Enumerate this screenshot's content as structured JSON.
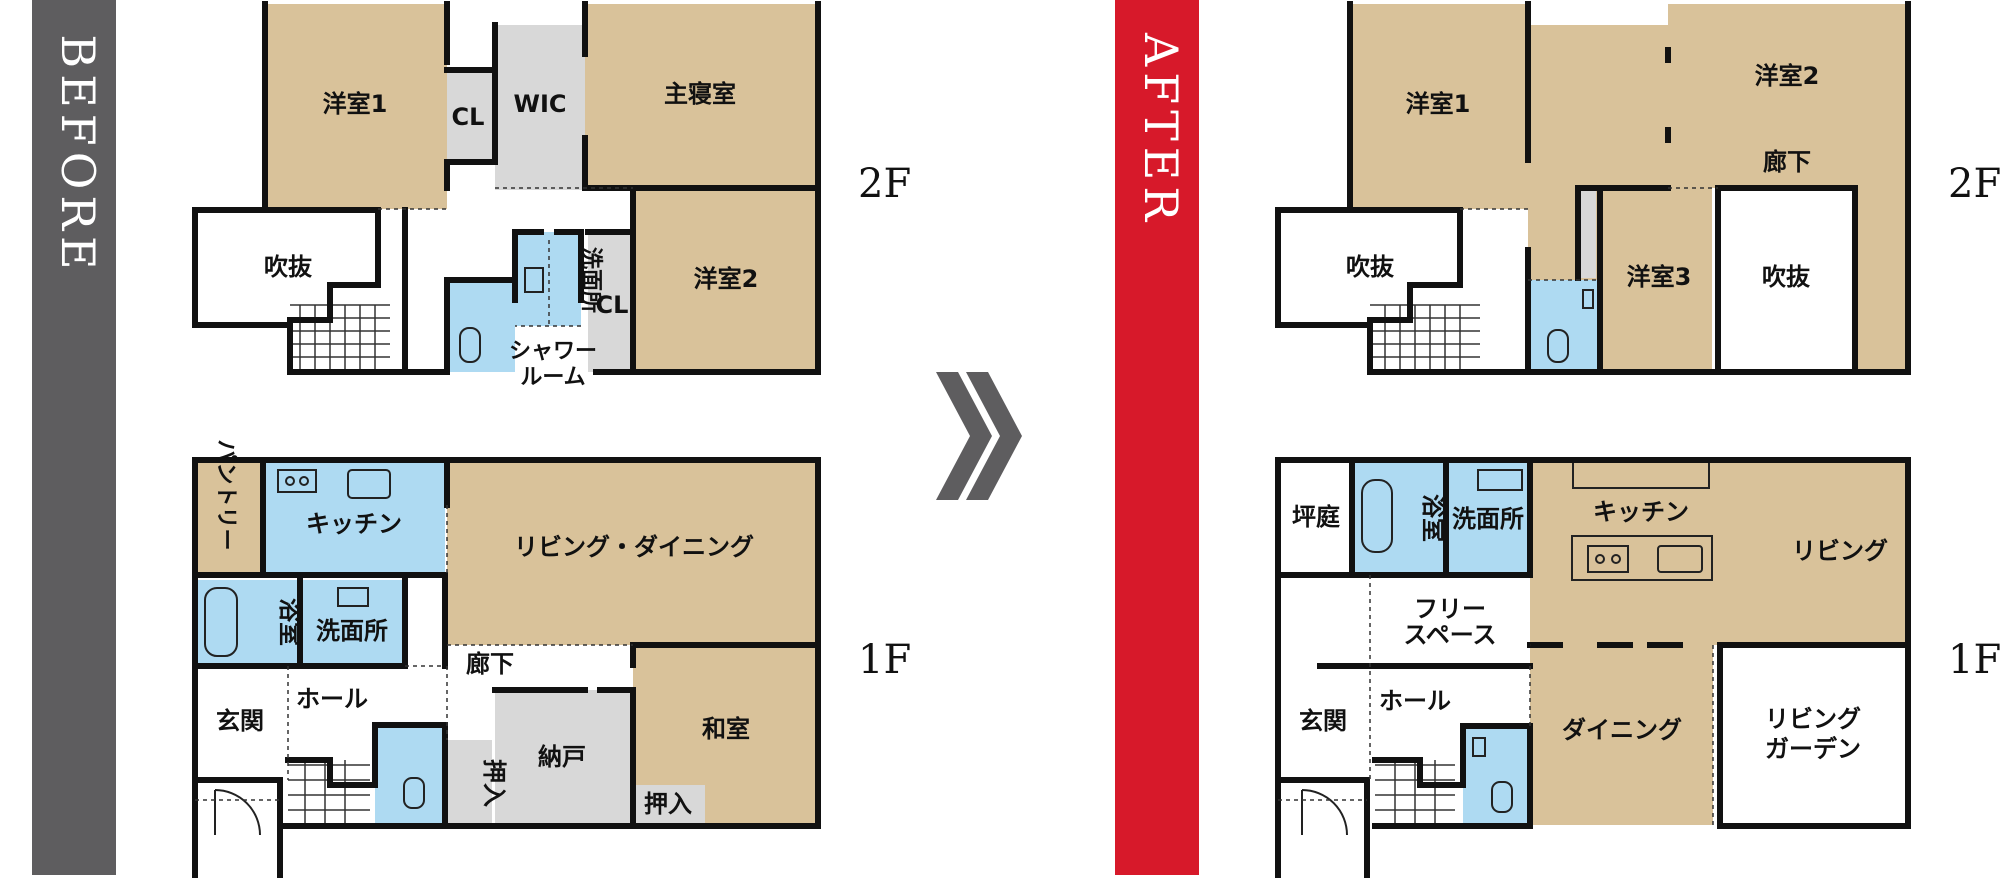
{
  "colors": {
    "before_banner": "#5e5d5f",
    "after_banner": "#d7192a",
    "wood": "#d9c29a",
    "water": "#aedaf2",
    "storage": "#d8d8d8"
  },
  "before": {
    "banner": "BEFORE",
    "f2": {
      "label": "2F",
      "rooms": {
        "youshitsu1": "洋室1",
        "cl1": "CL",
        "wic": "WIC",
        "shushinshitsu": "主寝室",
        "fukinuke": "吹抜",
        "senmenjo": "洗面所",
        "cl2": "CL",
        "youshitsu2": "洋室2",
        "shower1": "シャワー",
        "shower2": "ルーム"
      }
    },
    "f1": {
      "label": "1F",
      "rooms": {
        "pantry": "パントリー",
        "kitchen": "キッチン",
        "living_dining": "リビング・ダイニング",
        "yokushitsu": "浴室",
        "senmenjo": "洗面所",
        "rouka": "廊下",
        "genkan": "玄関",
        "hall": "ホール",
        "nando": "納戸",
        "oshiire1": "押入",
        "oshiire2": "押入",
        "washitsu": "和室"
      }
    }
  },
  "arrow_icon": "double-chevron-right-icon",
  "after": {
    "banner": "AFTER",
    "f2": {
      "label": "2F",
      "rooms": {
        "youshitsu1": "洋室1",
        "youshitsu2": "洋室2",
        "rouka": "廊下",
        "fukinuke1": "吹抜",
        "youshitsu3": "洋室3",
        "fukinuke2": "吹抜"
      }
    },
    "f1": {
      "label": "1F",
      "rooms": {
        "tsuboniwa": "坪庭",
        "yokushitsu": "浴室",
        "senmenjo": "洗面所",
        "kitchen": "キッチン",
        "living": "リビング",
        "free1": "フリー",
        "free2": "スペース",
        "genkan": "玄関",
        "hall": "ホール",
        "dining": "ダイニング",
        "garden1": "リビング",
        "garden2": "ガーデン"
      }
    }
  }
}
